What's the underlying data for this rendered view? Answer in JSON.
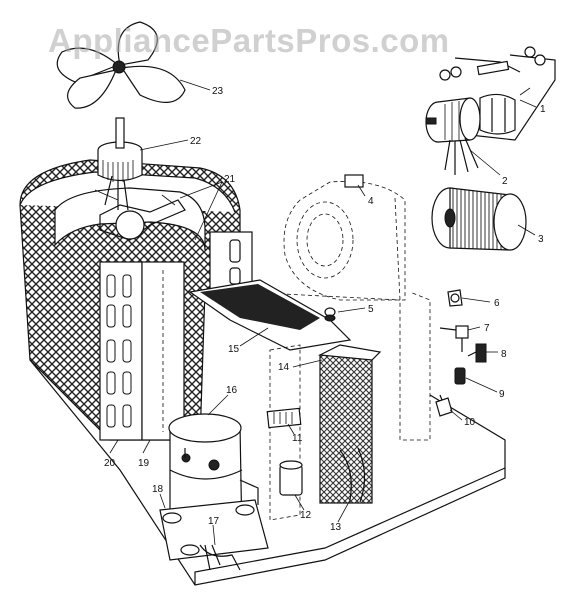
{
  "watermark": "AppliancePartsPros.com",
  "colors": {
    "ink": "#111111",
    "paper": "#ffffff",
    "watermark": "#aaaaaa"
  },
  "callouts": [
    "1",
    "2",
    "3",
    "4",
    "5",
    "6",
    "7",
    "8",
    "9",
    "10",
    "11",
    "12",
    "13",
    "14",
    "15",
    "16",
    "17",
    "18",
    "19",
    "20",
    "21",
    "22",
    "23"
  ]
}
